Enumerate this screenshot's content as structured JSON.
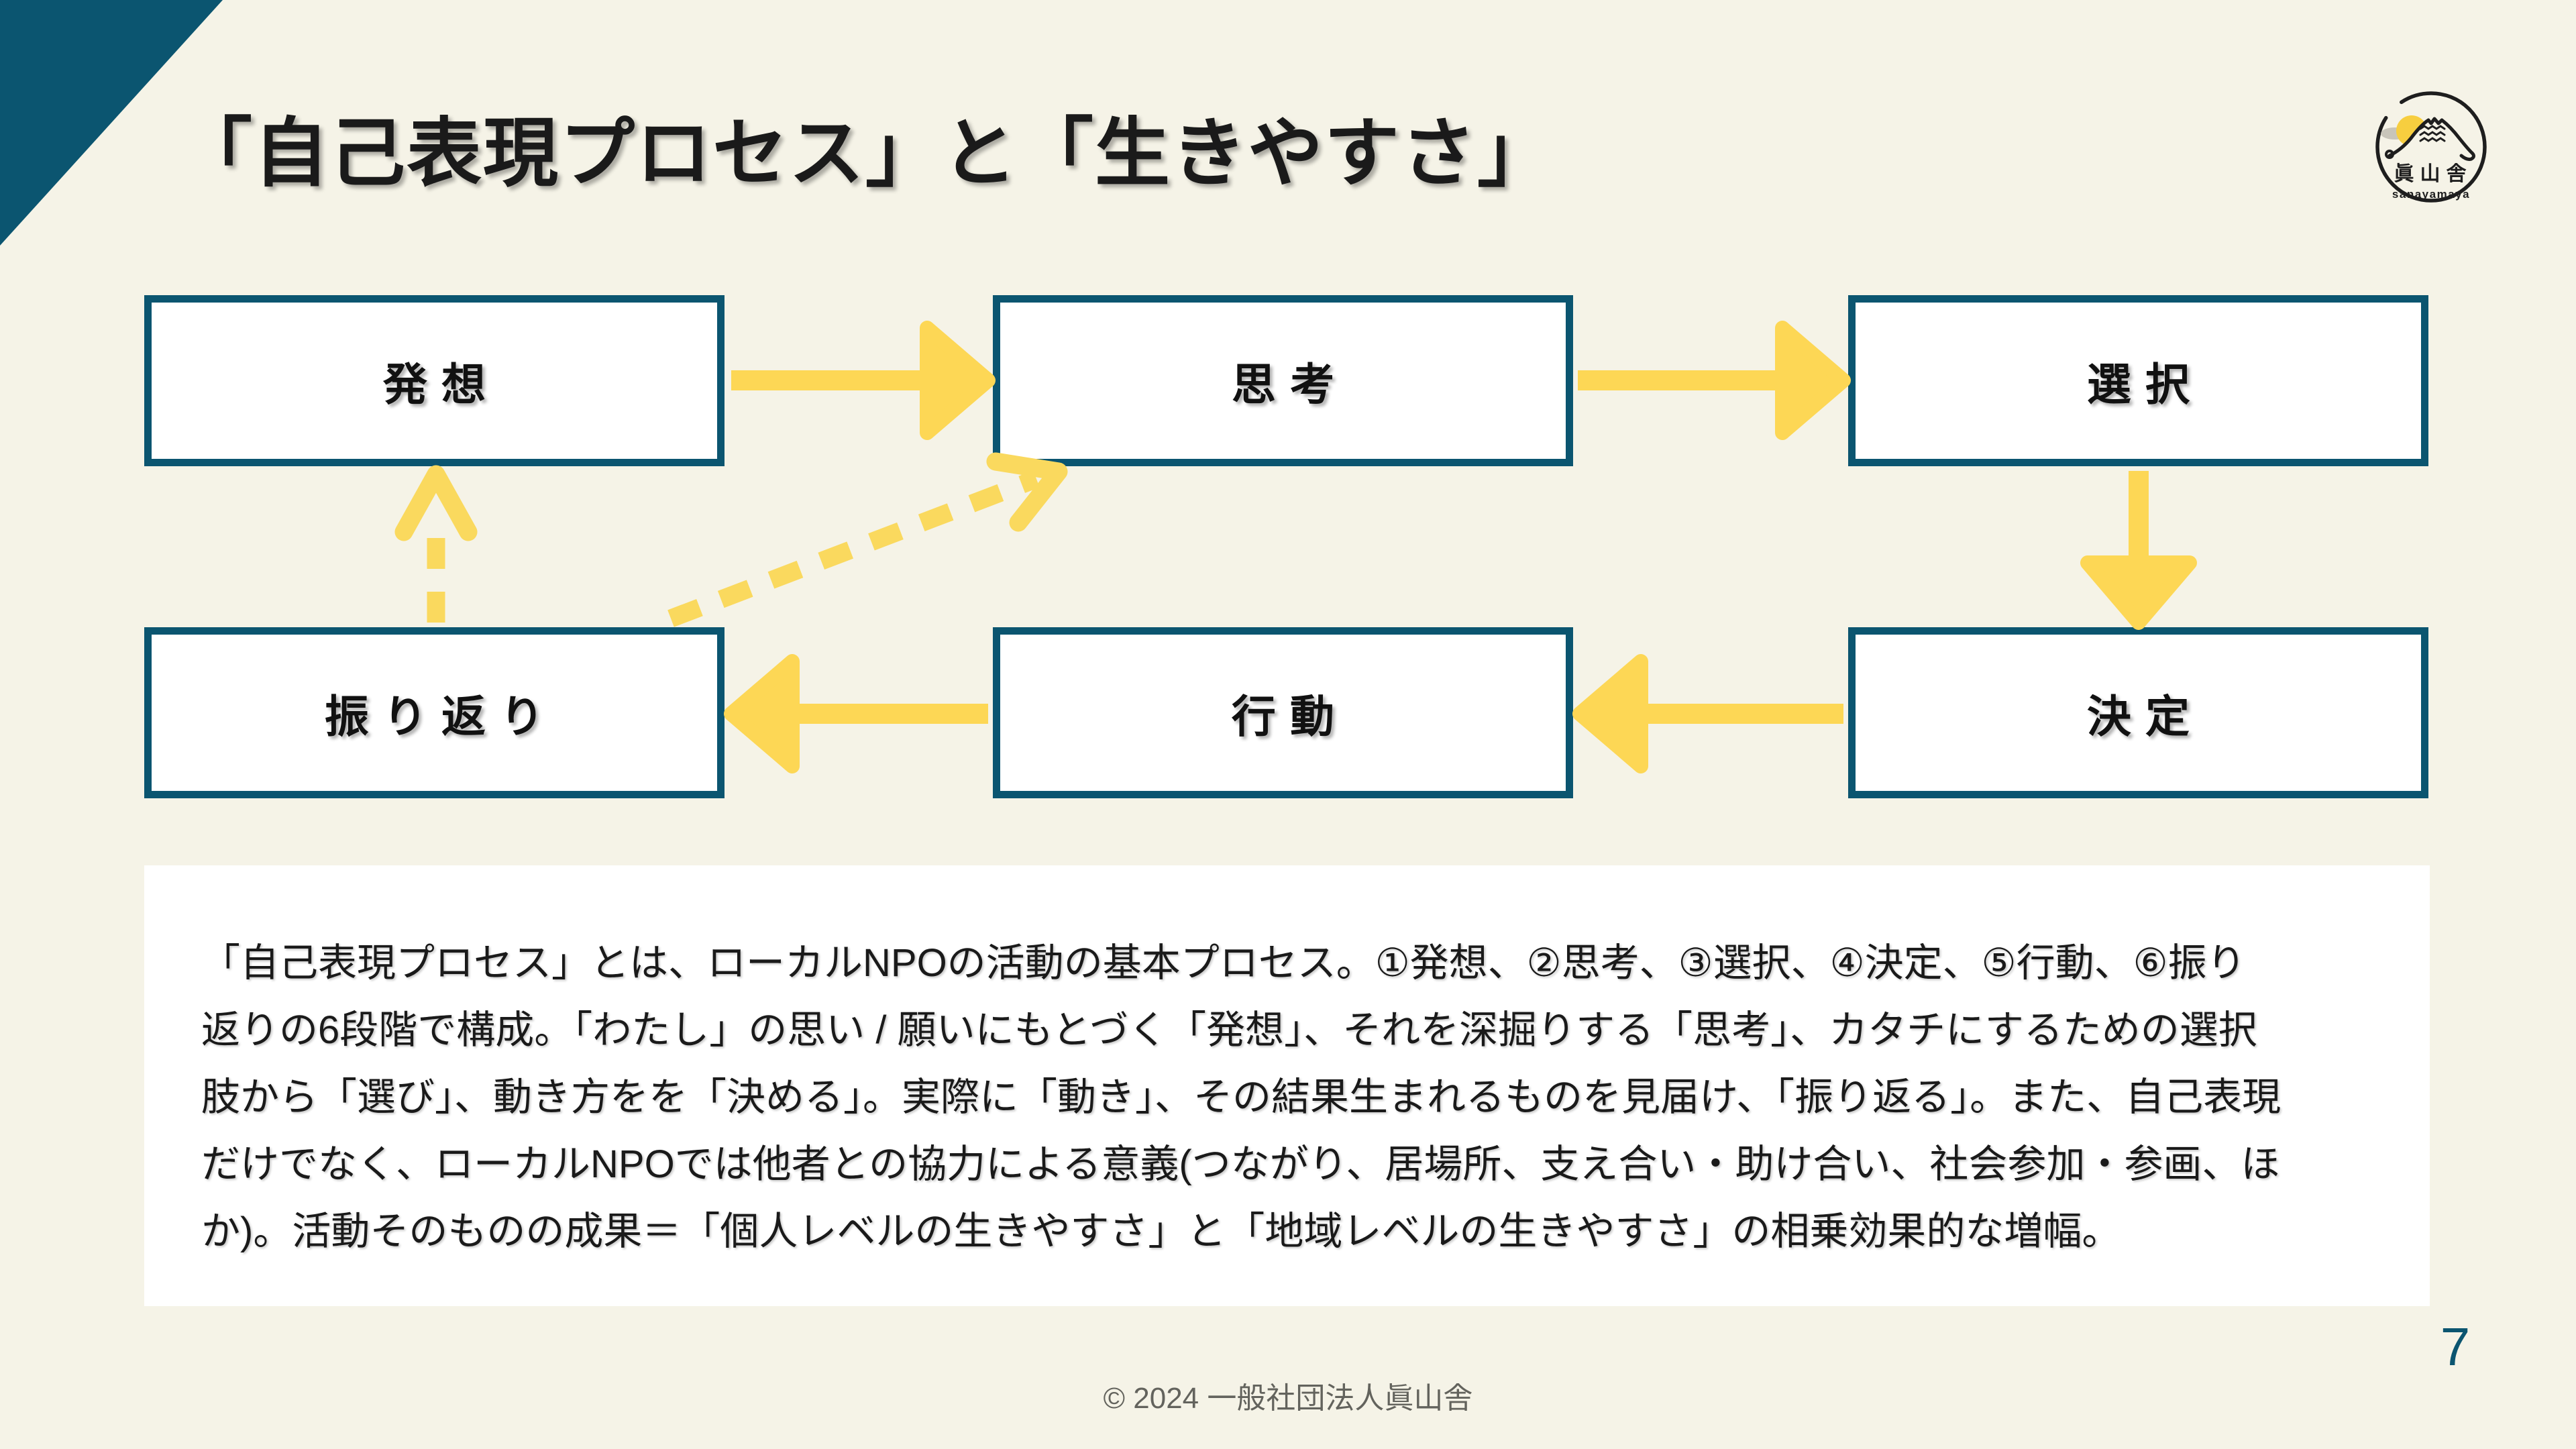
{
  "slide": {
    "title": "「自己表現プロセス」と「生きやすさ」",
    "page_number": "7",
    "footer": "© 2024 一般社団法人眞山舎"
  },
  "logo": {
    "name_jp": "眞山舎",
    "name_en": "sanayamaya"
  },
  "diagram": {
    "nodes": [
      {
        "id": "hassou",
        "label": "発想"
      },
      {
        "id": "shikou",
        "label": "思考"
      },
      {
        "id": "sentaku",
        "label": "選択"
      },
      {
        "id": "kettei",
        "label": "決定"
      },
      {
        "id": "koudou",
        "label": "行動"
      },
      {
        "id": "furikaeri",
        "label": "振り返り"
      }
    ],
    "edges": [
      {
        "from": "発想",
        "to": "思考",
        "style": "solid"
      },
      {
        "from": "思考",
        "to": "選択",
        "style": "solid"
      },
      {
        "from": "選択",
        "to": "決定",
        "style": "solid"
      },
      {
        "from": "決定",
        "to": "行動",
        "style": "solid"
      },
      {
        "from": "行動",
        "to": "振り返り",
        "style": "solid"
      },
      {
        "from": "振り返り",
        "to": "発想",
        "style": "dashed"
      },
      {
        "from": "振り返り",
        "to": "思考",
        "style": "dashed"
      }
    ]
  },
  "description": {
    "lines": [
      "「自己表現プロセス」とは、ローカルNPOの活動の基本プロセス。①発想、②思考、③選択、④決定、⑤行動、⑥振り",
      "返りの6段階で構成。「わたし」の思い / 願いにもとづく「発想」、それを深掘りする「思考」、カタチにするための選択",
      "肢から「選び」、動き方をを「決める」。実際に「動き」、その結果生まれるものを見届け、「振り返る」。また、自己表現",
      "だけでなく、ローカルNPOでは他者との協力による意義(つながり、居場所、支え合い・助け合い、社会参加・参画、ほ",
      "か)。活動そのものの成果＝「個人レベルの生きやすさ」と「地域レベルの生きやすさ」の相乗効果的な増幅。"
    ]
  },
  "colors": {
    "background": "#F5F3E7",
    "teal": "#0B5570",
    "yellow": "#FDD755",
    "yellow_dashed": "#FAD95E",
    "text": "#1A1A1A",
    "footer_text": "#63635D",
    "white": "#FFFFFF"
  }
}
